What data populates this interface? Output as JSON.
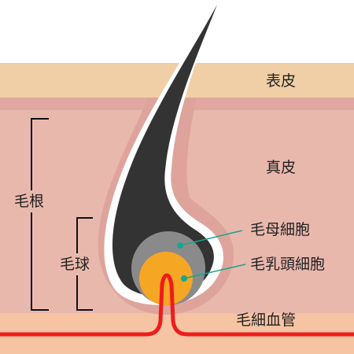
{
  "labels": {
    "epidermis": "表皮",
    "dermis": "真皮",
    "hair_root": "毛根",
    "hair_bulb": "毛球",
    "hair_matrix_cells": "毛母細胞",
    "dermal_papilla_cells": "毛乳頭細胞",
    "capillary": "毛細血管"
  },
  "colors": {
    "epidermis": "#f0cfa6",
    "basal_line": "#e0a8a0",
    "dermis": "#e9b8ad",
    "subcutis": "#f6c4a3",
    "follicle_sheath": "#dea49c",
    "hair": "#333333",
    "matrix": "#8a8a8a",
    "papilla": "#f5a623",
    "vessel": "#ee1c1c",
    "leader": "#17a58c",
    "bracket": "#111111"
  }
}
